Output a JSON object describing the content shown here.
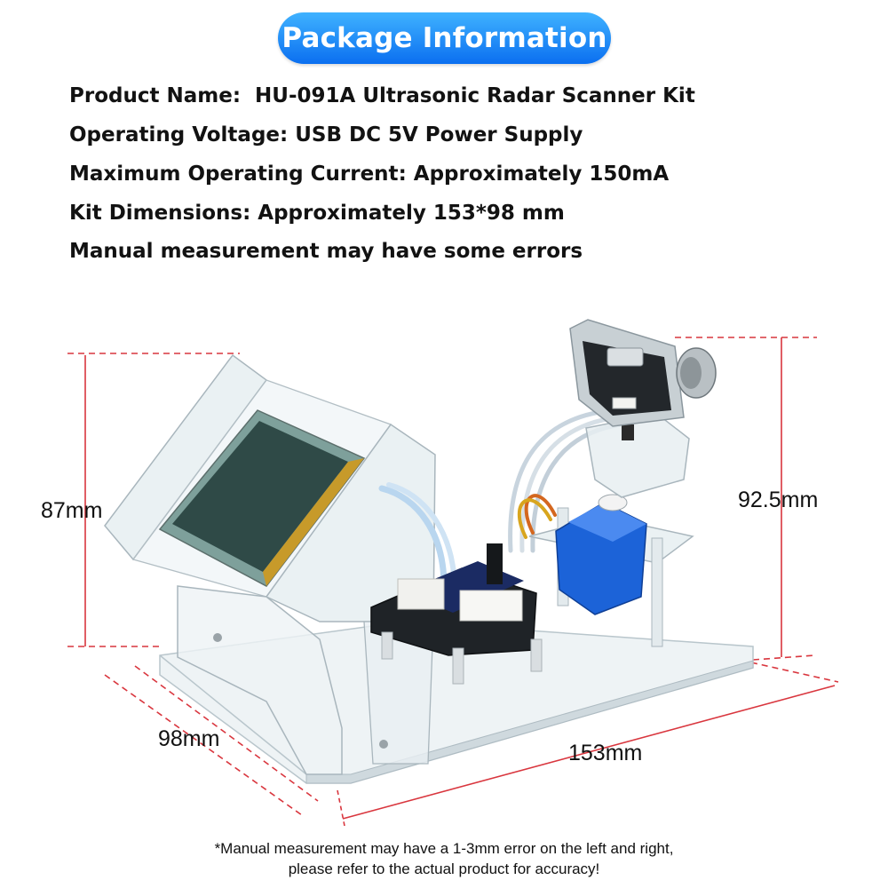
{
  "header": {
    "title": "Package Information"
  },
  "specs": [
    {
      "key": "Product Name",
      "value": "HU-091A Ultrasonic Radar Scanner Kit"
    },
    {
      "key": "Operating Voltage",
      "value": "USB DC 5V Power Supply"
    },
    {
      "key": "Maximum Operating Current",
      "value": "Approximately 150mA"
    },
    {
      "key": "Kit Dimensions",
      "value": "Approximately 153*98 mm"
    }
  ],
  "note": "Manual measurement may have some errors",
  "dimensions": {
    "height_left": "87mm",
    "height_right": "92.5mm",
    "depth": "98mm",
    "width": "153mm"
  },
  "footnote": {
    "line1": "*Manual measurement may have a 1-3mm error on the left and right,",
    "line2": "please refer to the actual product for accuracy!"
  },
  "colors": {
    "accent": "#1a8cf5",
    "dimension_line": "#d9363e",
    "acrylic": "#dfe8ec",
    "screen": "#2f4a47",
    "servo": "#1c63d8",
    "board": "#1f2327"
  }
}
